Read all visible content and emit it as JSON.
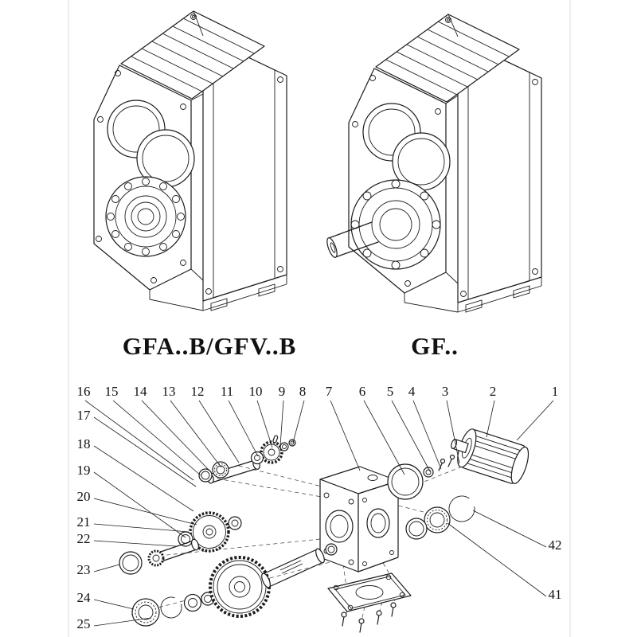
{
  "figure": {
    "type": "product-technical-diagram",
    "line_color": "#1c1c1c",
    "background": "#ffffff"
  },
  "models": [
    {
      "label": "GFA..B/GFV..B"
    },
    {
      "label": "GF.."
    }
  ],
  "exploded": {
    "callouts_top": [
      "16",
      "15",
      "14",
      "13",
      "12",
      "11",
      "10",
      "9",
      "8",
      "7",
      "6",
      "5",
      "4",
      "3",
      "2",
      "1"
    ],
    "callouts_left": [
      "17",
      "18",
      "19",
      "20",
      "21",
      "22",
      "23",
      "24",
      "25"
    ],
    "callouts_right": [
      "42",
      "41"
    ]
  }
}
